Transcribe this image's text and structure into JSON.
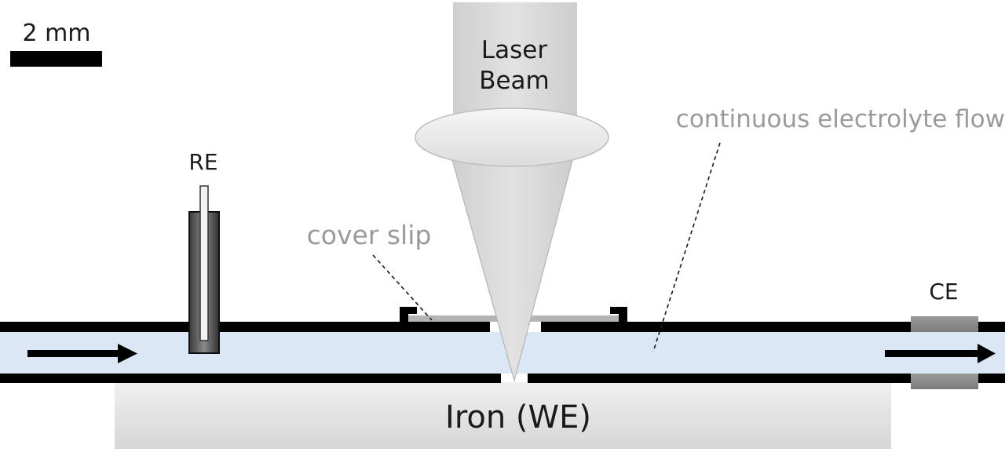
{
  "scale_bar": {
    "label": "2 mm"
  },
  "laser": {
    "line1": "Laser",
    "line2": "Beam"
  },
  "labels": {
    "reference_electrode": "RE",
    "counter_electrode": "CE",
    "cover_slip": "cover slip",
    "electrolyte_flow": "continuous electrolyte flow",
    "working_electrode": "Iron (WE)"
  },
  "colors": {
    "channel_walls": "#000000",
    "electrolyte": "#dce7f5",
    "laser_beam": "#d6d6d6",
    "lens": "#ececec",
    "iron_block": "#e4e4e4",
    "counter_electrode": "#8a8a8a",
    "annotation_text": "#9a9a9a"
  }
}
